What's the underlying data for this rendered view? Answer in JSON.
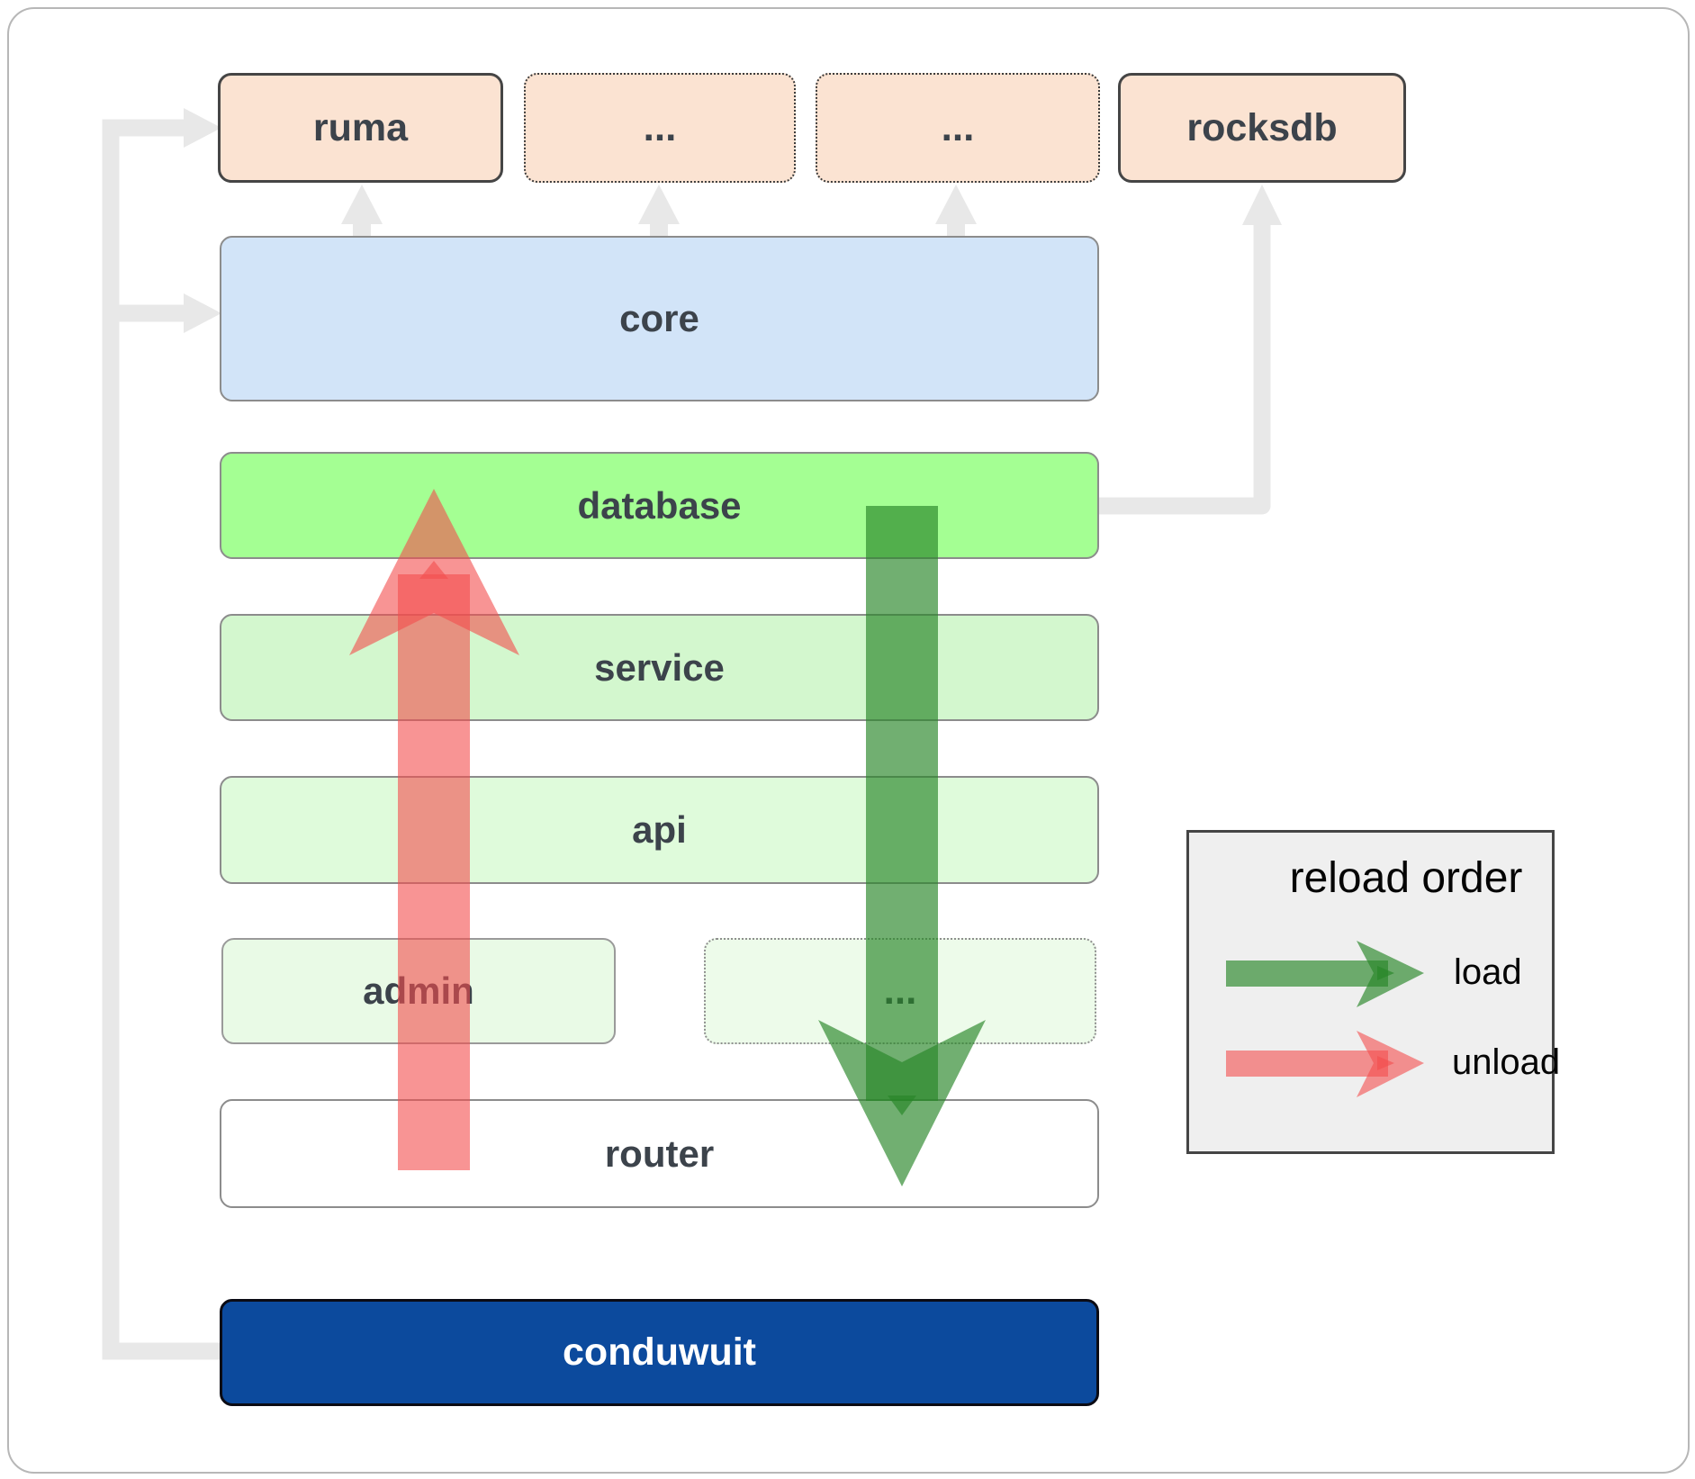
{
  "diagram": {
    "nodes": {
      "ruma": "ruma",
      "ellipsis_top_1": "...",
      "ellipsis_top_2": "...",
      "rocksdb": "rocksdb",
      "core": "core",
      "database": "database",
      "service": "service",
      "api": "api",
      "admin": "admin",
      "ellipsis_admin_row": "...",
      "router": "router",
      "conduwuit": "conduwuit"
    },
    "legend": {
      "title": "reload order",
      "load_label": "load",
      "unload_label": "unload"
    },
    "colors": {
      "load_arrow_fill": "rgba(40,134,40,0.66)",
      "unload_arrow_fill": "rgba(243,77,77,0.60)",
      "connector_gray": "#e8e8e8",
      "database_fill": "#a4ff93",
      "core_fill": "#d2e4f8",
      "service_fill": "#d3f7ce",
      "api_fill": "#dffbdb",
      "admin_fill": "#e9fae6",
      "peach_fill": "#fbe3d2",
      "conduwuit_fill": "#0c4a9d",
      "legend_bg": "#efefef"
    }
  }
}
